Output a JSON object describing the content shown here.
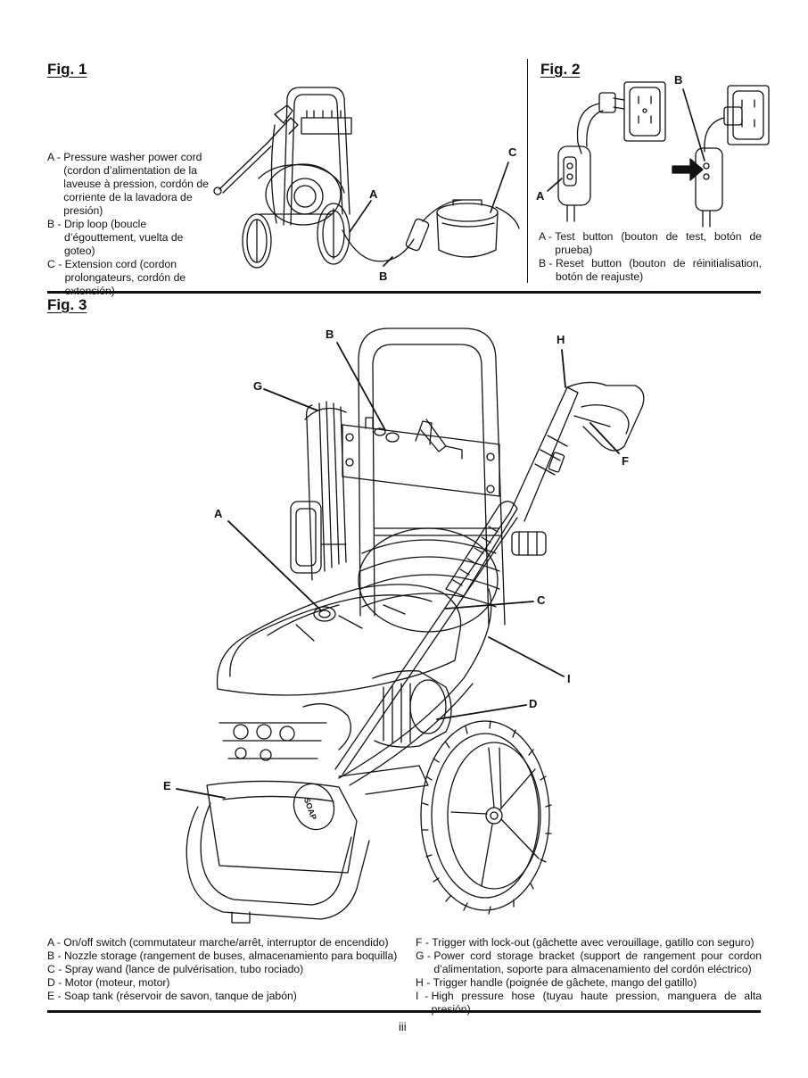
{
  "fig1": {
    "title": "Fig. 1",
    "legend": [
      {
        "key": "A - ",
        "text": "Pressure washer power cord (cordon d’alimentation de la laveuse à pression, cordón de corriente de la lavadora de presión)"
      },
      {
        "key": "B - ",
        "text": "Drip loop (boucle d’égouttement, vuelta de goteo)"
      },
      {
        "key": "C - ",
        "text": "Extension cord (cordon prolongateurs, cordón de extensión)"
      }
    ],
    "callouts": {
      "a": "A",
      "b": "B",
      "c": "C"
    }
  },
  "fig2": {
    "title": "Fig. 2",
    "legend": [
      {
        "key": "A - ",
        "text": "Test button (bouton de test, botón de prueba)"
      },
      {
        "key": "B - ",
        "text": "Reset button (bouton de réinitialisation, botón de reajuste)"
      }
    ],
    "callouts": {
      "a": "A",
      "b": "B"
    }
  },
  "fig3": {
    "title": "Fig. 3",
    "callouts": {
      "a": "A",
      "b": "B",
      "c": "C",
      "d": "D",
      "e": "E",
      "f": "F",
      "g": "G",
      "h": "H",
      "i": "I"
    },
    "soap_label": "SOAP",
    "legend_left": [
      {
        "key": "A - ",
        "text": "On/off switch (commutateur marche/arrêt, interruptor de encendido)"
      },
      {
        "key": "B - ",
        "text": "Nozzle storage (rangement de buses, almacenamiento para boquilla)"
      },
      {
        "key": "C - ",
        "text": "Spray wand (lance de pulvérisation, tubo rociado)"
      },
      {
        "key": "D - ",
        "text": "Motor (moteur, motor)"
      },
      {
        "key": "E - ",
        "text": "Soap tank (réservoir de savon, tanque de jabón)"
      }
    ],
    "legend_right": [
      {
        "key": "F - ",
        "text": "Trigger with lock-out (gâchette avec verouillage, gatillo con seguro)"
      },
      {
        "key": "G - ",
        "text": "Power cord storage bracket (support de rangement pour cordon d’alimentation, soporte para almacenamiento del cordón eléctrico)"
      },
      {
        "key": "H - ",
        "text": "Trigger handle (poignée de gâchete, mango del gatillo)"
      },
      {
        "key": "I  - ",
        "text": "High pressure hose (tuyau haute pression, manguera de alta presión)"
      }
    ]
  },
  "page_number": "iii"
}
